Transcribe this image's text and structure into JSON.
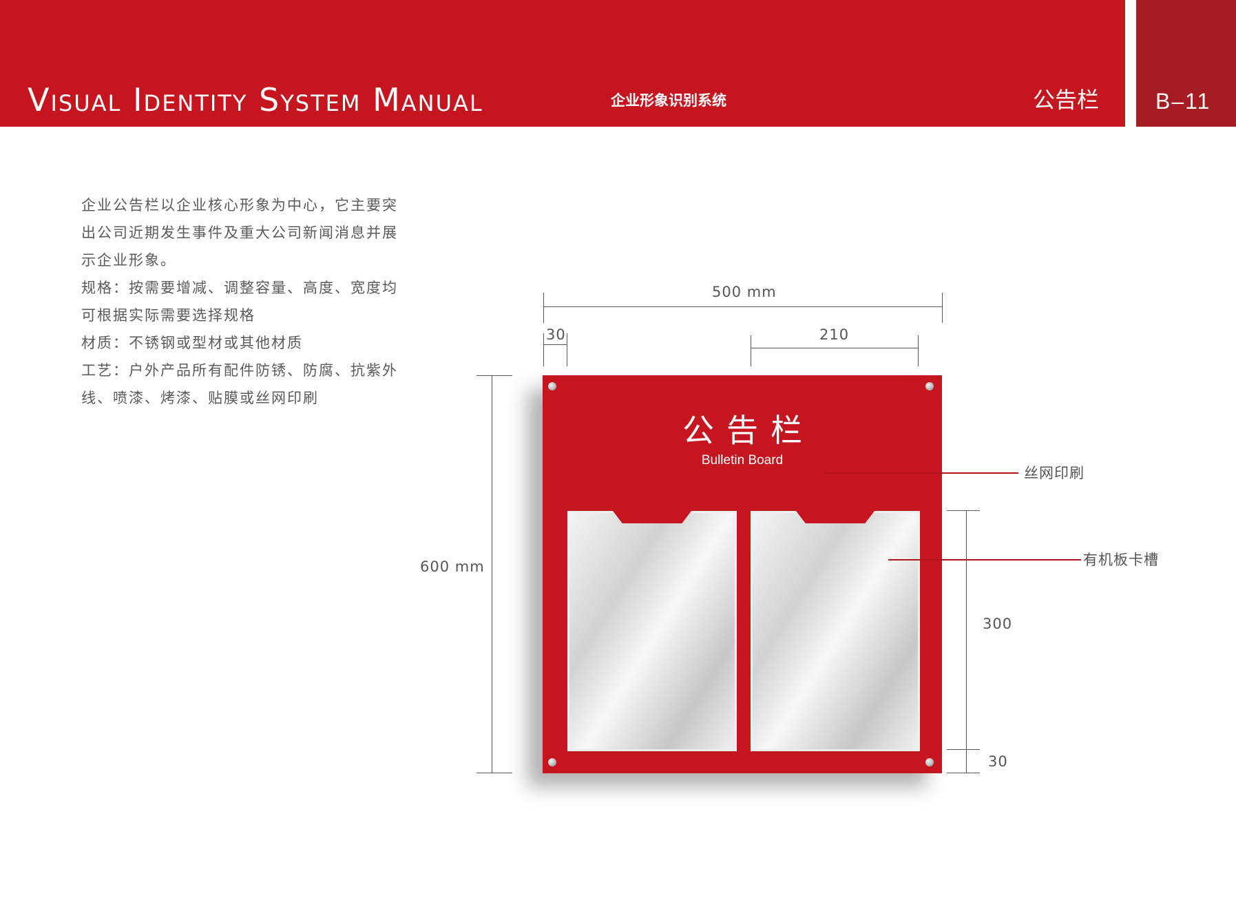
{
  "header": {
    "title_en": "Visual Identity System Manual",
    "title_cn": "企业形象识别系统",
    "section": "公告栏",
    "page": "B–11"
  },
  "description": {
    "paragraphs": [
      "企业公告栏以企业核心形象为中心，它主要突出公司近期发生事件及重大公司新闻消息并展示企业形象。",
      "规格：按需要增减、调整容量、高度、宽度均可根据实际需要选择规格",
      "材质：不锈钢或型材或其他材质",
      "工艺：户外产品所有配件防锈、防腐、抗紫外线、喷漆、烤漆、贴膜或丝网印刷"
    ]
  },
  "board": {
    "title": "公告栏",
    "subtitle": "Bulletin Board",
    "color": "#c5161f"
  },
  "dimensions": {
    "width_total": "500 mm",
    "height_total": "600 mm",
    "margin": "30",
    "slot_width": "210",
    "slot_height": "300",
    "bottom_margin": "30"
  },
  "callouts": {
    "silk_print": "丝网印刷",
    "acrylic_slot": "有机板卡槽"
  },
  "colors": {
    "primary_red": "#c5161f",
    "dark_red": "#a51d22"
  }
}
